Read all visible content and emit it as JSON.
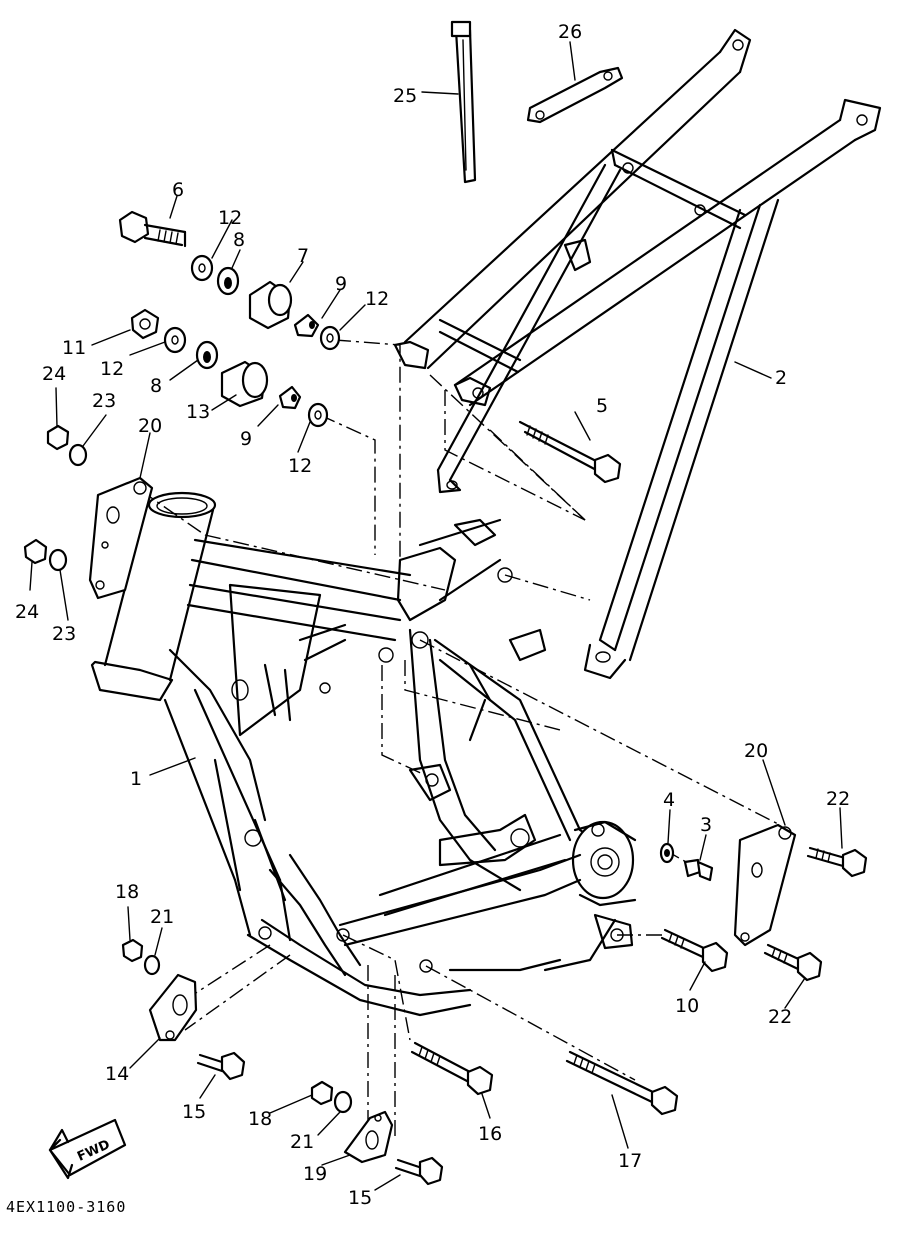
{
  "diagram": {
    "code": "4EX1100-3160",
    "fwd_label": "FWD",
    "labels": [
      "1",
      "2",
      "3",
      "4",
      "5",
      "6",
      "7",
      "8",
      "8",
      "9",
      "9",
      "10",
      "11",
      "12",
      "12",
      "12",
      "12",
      "13",
      "14",
      "15",
      "15",
      "16",
      "17",
      "18",
      "18",
      "19",
      "20",
      "20",
      "21",
      "21",
      "22",
      "22",
      "23",
      "23",
      "24",
      "24",
      "25",
      "26"
    ]
  }
}
